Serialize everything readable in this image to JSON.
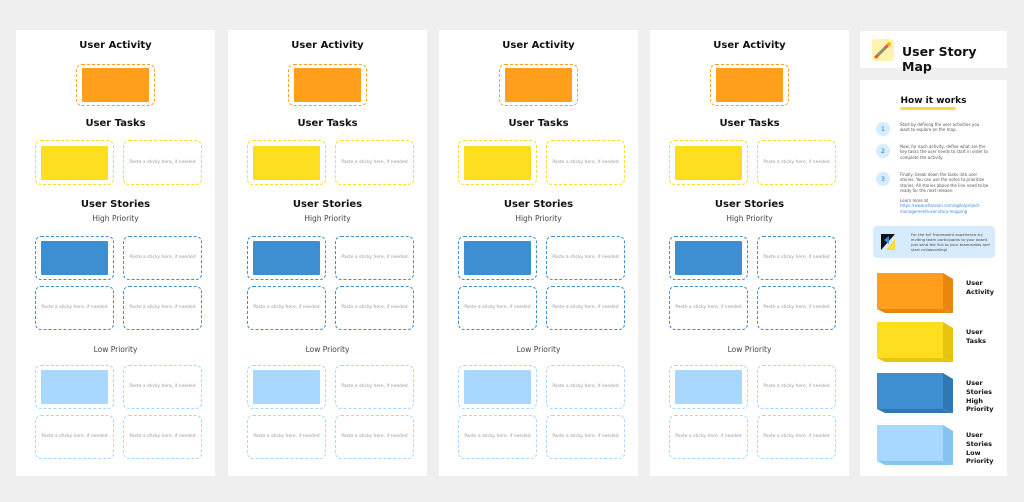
{
  "map": {
    "activity_title": "User Activity",
    "tasks_title": "User Tasks",
    "stories_title": "User Stories",
    "high_priority": "High Priority",
    "low_priority": "Low Priority",
    "placeholder": "Paste a sticky here, if needed",
    "columns": 4
  },
  "colors": {
    "activity": "#ff9f1c",
    "tasks": "#ffdd1f",
    "high": "#3d8fd1",
    "low": "#a8d8ff"
  },
  "sidebar": {
    "title": "User Story Map",
    "how_title": "How it works",
    "steps": [
      {
        "num": "1",
        "text": "Start by defining the user activities you want to explore on the map."
      },
      {
        "num": "2",
        "text": "Now, for each activity, define what are the key tasks the user needs to start in order to complete the activity."
      },
      {
        "num": "3",
        "text": "Finally, break down the tasks into user stories. You can use the notes to prioritize stories. All stories above the line need to be ready for the next release."
      }
    ],
    "learn_label": "Learn more at",
    "learn_link": "https://www.atlassian.com/agile/project-management/user-story-mapping",
    "tip_text": "For the full Framepoint experience try inviting team participants to your board. Just send the link to your teammates and start collaborating!",
    "legend": [
      {
        "key": "activity",
        "label": "User Activity"
      },
      {
        "key": "tasks",
        "label": "User Tasks"
      },
      {
        "key": "high",
        "label": "User Stories High Priority"
      },
      {
        "key": "low",
        "label": "User Stories Low Priority"
      }
    ],
    "icons": [
      "pencil-logo-icon",
      "tip-logo-icon"
    ]
  }
}
